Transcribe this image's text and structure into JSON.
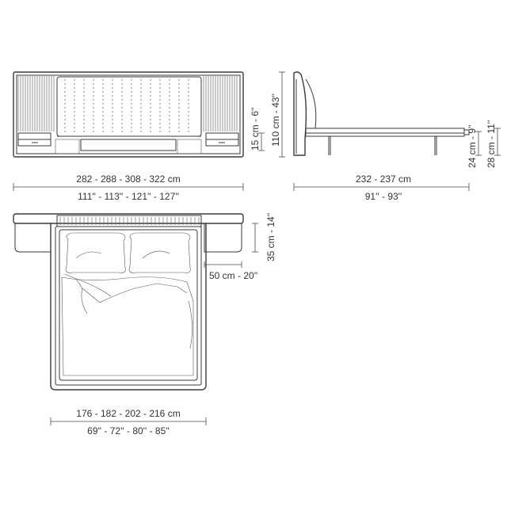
{
  "dimensions": {
    "front_width_cm": "282 - 288 - 308 - 322 cm",
    "front_width_in": "111'' - 113'' - 121'' - 127''",
    "nightstand_height": "15 cm - 6''",
    "headboard_height": "110 cm - 43''",
    "side_length_cm": "232 - 237 cm",
    "side_length_in": "91'' - 93''",
    "frame_height_low": "24 cm - 9''",
    "frame_height_high": "28 cm - 11''",
    "nightstand_depth": "35 cm - 14''",
    "nightstand_width": "50 cm - 20''",
    "plan_width_cm": "176 - 182 - 202 - 216 cm",
    "plan_width_in": "69'' - 72'' - 80'' - 85''"
  }
}
